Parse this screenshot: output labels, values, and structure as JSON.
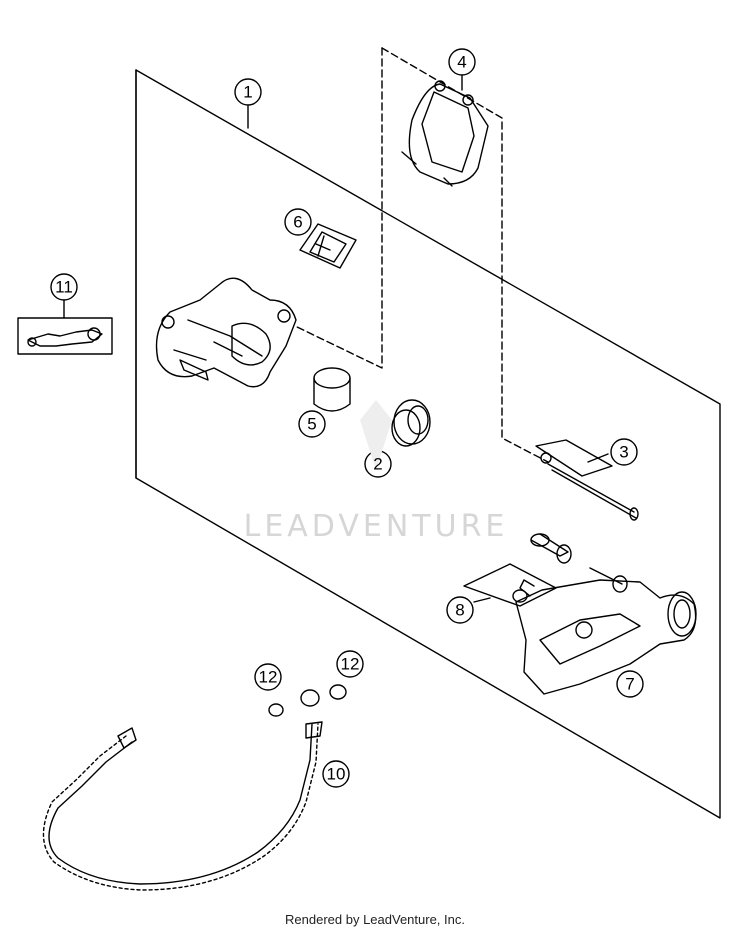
{
  "diagram": {
    "callouts": [
      "1",
      "2",
      "3",
      "4",
      "5",
      "6",
      "7",
      "8",
      "10",
      "11",
      "12",
      "12"
    ],
    "watermark": "LEADVENTURE"
  },
  "footer": {
    "text": "Rendered by LeadVenture, Inc."
  }
}
